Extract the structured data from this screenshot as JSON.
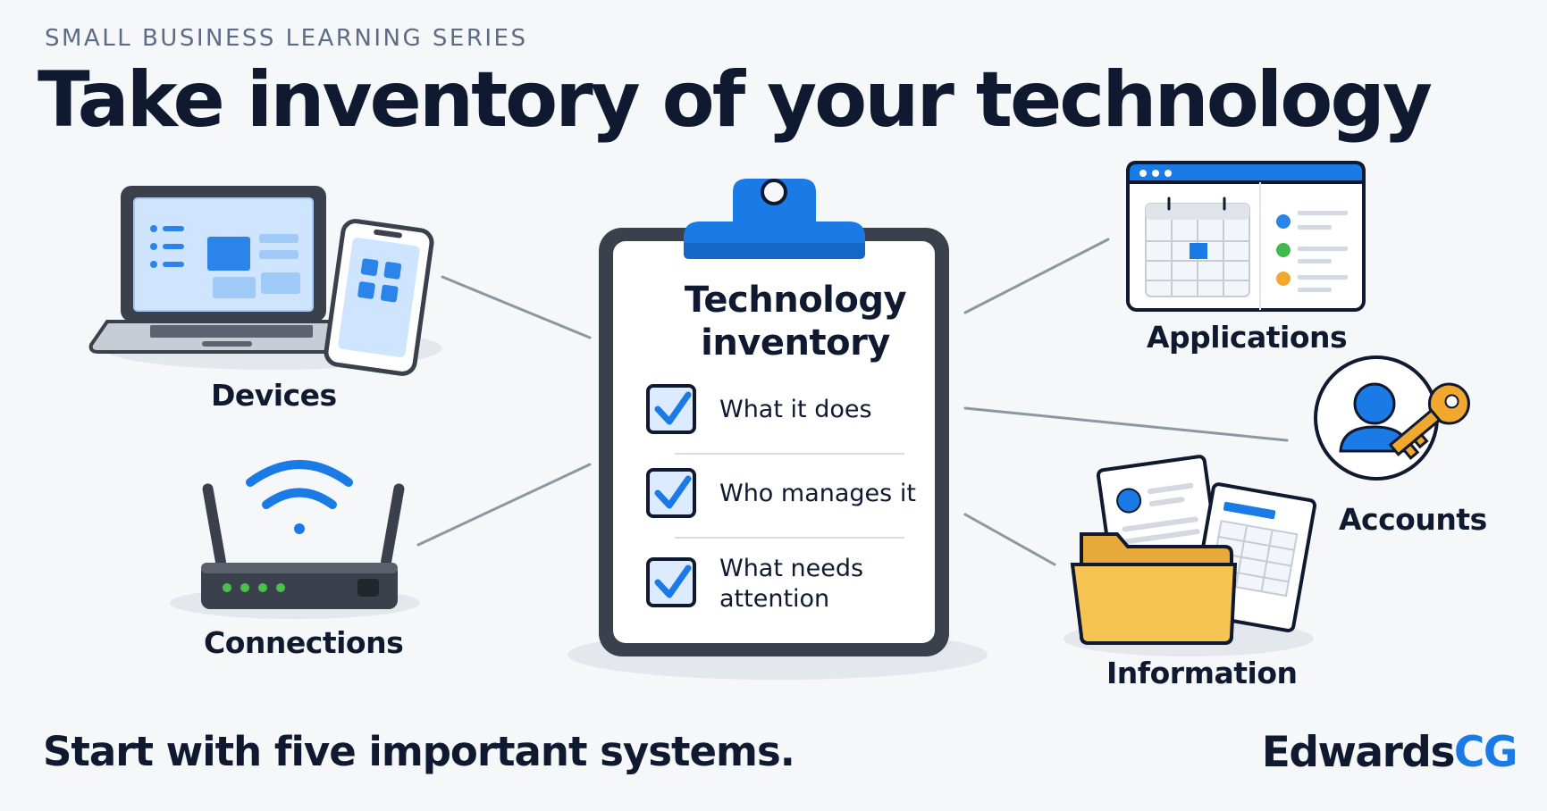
{
  "header": {
    "series": "SMALL BUSINESS LEARNING SERIES",
    "title": "Take inventory of your technology"
  },
  "clipboard": {
    "title": "Technology inventory",
    "items": [
      {
        "text": "What it does"
      },
      {
        "text": "Who manages it"
      },
      {
        "text": "What needs attention"
      }
    ]
  },
  "categories": {
    "devices": "Devices",
    "connections": "Connections",
    "applications": "Applications",
    "accounts": "Accounts",
    "information": "Information"
  },
  "footer": {
    "tagline": "Start with five important systems.",
    "brand_primary": "Edwards",
    "brand_accent": "CG"
  },
  "colors": {
    "ink": "#0f1930",
    "accent_blue": "#1a7be6",
    "folder_yellow": "#f6c453",
    "key_orange": "#f0a92e",
    "router_dark": "#3b414c",
    "led_green": "#49c24a",
    "background": "#f6f7f9"
  },
  "icons": [
    "laptop-icon",
    "phone-icon",
    "router-icon",
    "wifi-icon",
    "clipboard-icon",
    "checkbox-icon",
    "app-window-icon",
    "calendar-icon",
    "user-key-icon",
    "folder-icon",
    "document-icon"
  ]
}
